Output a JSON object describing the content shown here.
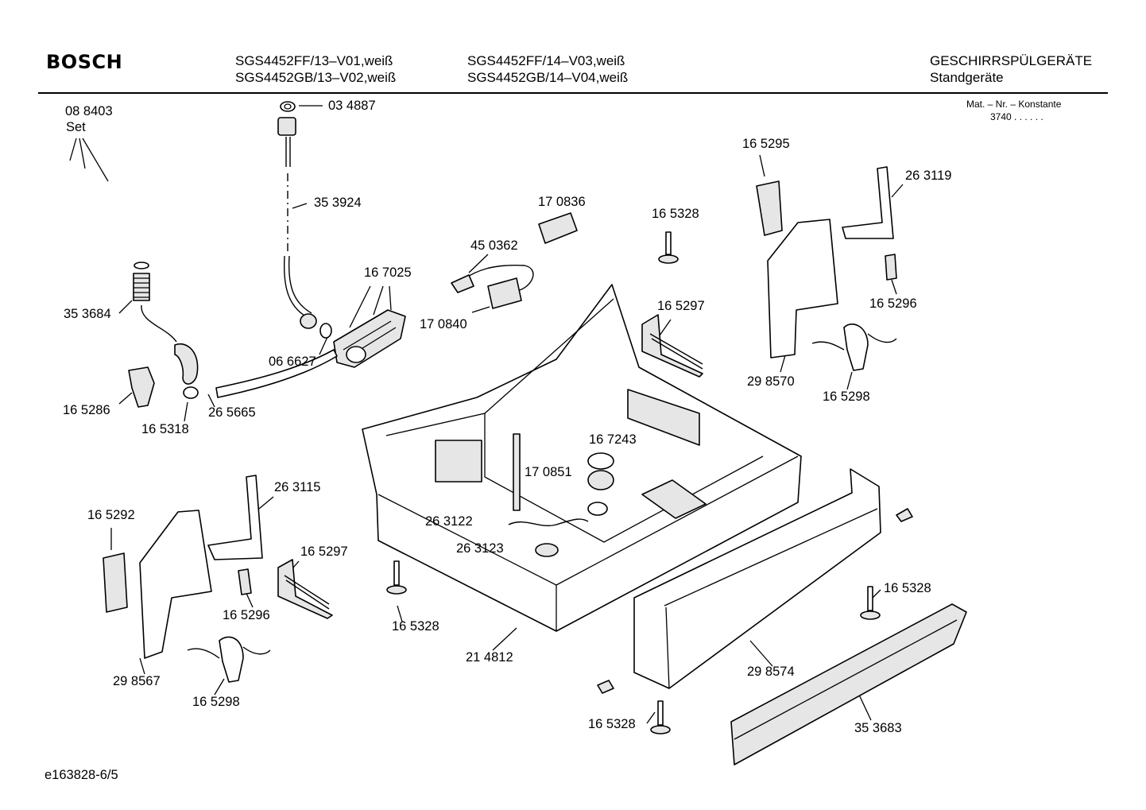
{
  "header": {
    "brand": "BOSCH",
    "models_col1": [
      "SGS4452FF/13–V01,weiß",
      "SGS4452GB/13–V02,weiß"
    ],
    "models_col2": [
      "SGS4452FF/14–V03,weiß",
      "SGS4452GB/14–V04,weiß"
    ],
    "category": "GESCHIRRSPÜLGERÄTE",
    "subcategory": "Standgeräte",
    "mat_label": "Mat. – Nr. – Konstante",
    "mat_value": "3740  .  .    .  .  .  ."
  },
  "parts": {
    "p088403": "08 8403",
    "set": "Set",
    "p034887": "03 4887",
    "p353924": "35 3924",
    "p170836": "17 0836",
    "p165328_top": "16 5328",
    "p165295": "16 5295",
    "p263119": "26 3119",
    "p450362": "45 0362",
    "p167025": "16 7025",
    "p353684": "35 3684",
    "p170840": "17 0840",
    "p165297_top": "16 5297",
    "p165296_top": "16 5296",
    "p066627": "06 6627",
    "p298570": "29 8570",
    "p165298_top": "16 5298",
    "p165286": "16 5286",
    "p265665": "26 5665",
    "p165318": "16 5318",
    "p167243": "16 7243",
    "p263115": "26 3115",
    "p170851": "17 0851",
    "p165292": "16 5292",
    "p263122": "26 3122",
    "p263123": "26 3123",
    "p165297_left": "16 5297",
    "p165296_left": "16 5296",
    "p165328_mid": "16 5328",
    "p165328_right": "16 5328",
    "p214812": "21 4812",
    "p298567": "29 8567",
    "p298574": "29 8574",
    "p165298_left": "16 5298",
    "p165328_bottom": "16 5328",
    "p353683": "35 3683"
  },
  "footer": {
    "doc_id": "e163828-6/5"
  }
}
